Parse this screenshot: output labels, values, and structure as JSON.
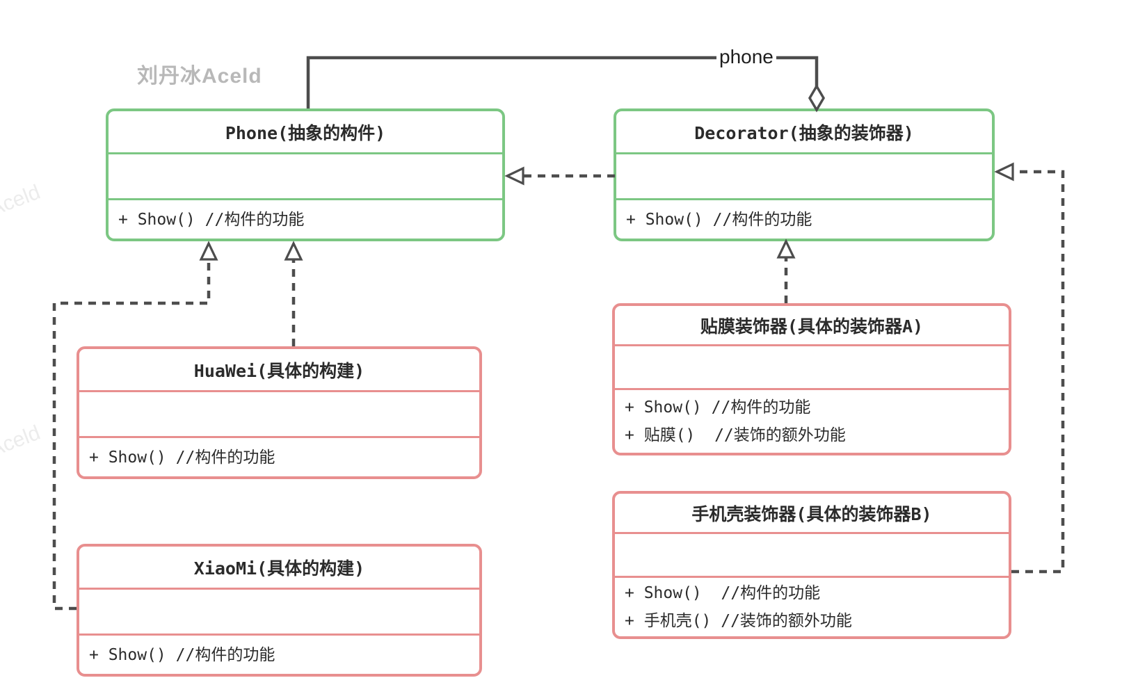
{
  "watermarks": {
    "main": "刘丹冰Aceld",
    "side_upper": "Aceld",
    "side_lower": "Aceld"
  },
  "edges": {
    "phone_label": "phone"
  },
  "colors": {
    "abstract_border": "#7cc783",
    "concrete_border": "#e88f8f",
    "connector_line": "#4d4d4d",
    "text": "#2b2b2b",
    "watermark_main": "#b8b8b8",
    "watermark_side": "#ececec"
  },
  "classes": [
    {
      "id": "phone",
      "kind": "abstract",
      "title": "Phone(抽象的构件)",
      "methods": [
        "+ Show() //构件的功能"
      ]
    },
    {
      "id": "decorator",
      "kind": "abstract",
      "title": "Decorator(抽象的装饰器)",
      "methods": [
        "+ Show() //构件的功能"
      ]
    },
    {
      "id": "huawei",
      "kind": "concrete",
      "title": "HuaWei(具体的构建)",
      "methods": [
        "+ Show() //构件的功能"
      ]
    },
    {
      "id": "xiaomi",
      "kind": "concrete",
      "title": "XiaoMi(具体的构建)",
      "methods": [
        "+ Show() //构件的功能"
      ]
    },
    {
      "id": "film_decorator",
      "kind": "concrete",
      "title": "贴膜装饰器(具体的装饰器A)",
      "methods": [
        "+ Show() //构件的功能",
        "+ 贴膜()  //装饰的额外功能"
      ]
    },
    {
      "id": "case_decorator",
      "kind": "concrete",
      "title": "手机壳装饰器(具体的装饰器B)",
      "methods": [
        "+ Show()  //构件的功能",
        "+ 手机壳() //装饰的额外功能"
      ]
    }
  ]
}
